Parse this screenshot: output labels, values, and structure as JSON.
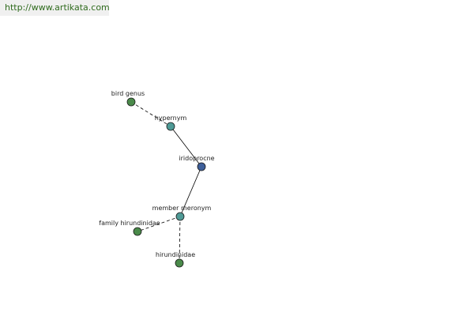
{
  "header": {
    "url": "http://www.artikata.com"
  },
  "colors": {
    "url_text": "#2f6b1d",
    "edge": "#000000",
    "node_outline": "#1a1a1a",
    "node_green": "#4a8a4a",
    "node_teal": "#4f9a96",
    "node_blue": "#3e5f9a"
  },
  "graph": {
    "nodes": [
      {
        "id": "bird-genus",
        "label": "bird genus",
        "kind": "green"
      },
      {
        "id": "hypernym",
        "label": "hypernym",
        "kind": "teal"
      },
      {
        "id": "iridoprocne",
        "label": "iridoprocne",
        "kind": "blue"
      },
      {
        "id": "member-meronym",
        "label": "member meronym",
        "kind": "teal"
      },
      {
        "id": "family-hirundinidae",
        "label": "family hirundinidae",
        "kind": "green"
      },
      {
        "id": "hirundinidae",
        "label": "hirundinidae",
        "kind": "green"
      }
    ],
    "edges": [
      {
        "from": "bird-genus",
        "to": "hypernym",
        "style": "dashed"
      },
      {
        "from": "hypernym",
        "to": "iridoprocne",
        "style": "solid"
      },
      {
        "from": "iridoprocne",
        "to": "member-meronym",
        "style": "solid"
      },
      {
        "from": "member-meronym",
        "to": "family-hirundinidae",
        "style": "dashed"
      },
      {
        "from": "member-meronym",
        "to": "hirundinidae",
        "style": "dashed"
      }
    ]
  }
}
